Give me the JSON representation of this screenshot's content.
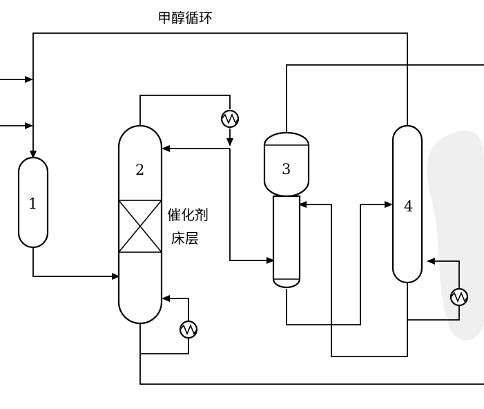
{
  "figure": {
    "title": "甲醇循环",
    "units": [
      {
        "id": "1",
        "label": "1"
      },
      {
        "id": "2",
        "label": "2"
      },
      {
        "id": "3",
        "label": "3"
      },
      {
        "id": "4",
        "label": "4"
      }
    ],
    "catalyst_bed": {
      "line1": "催化剂",
      "line2": "床层"
    }
  }
}
